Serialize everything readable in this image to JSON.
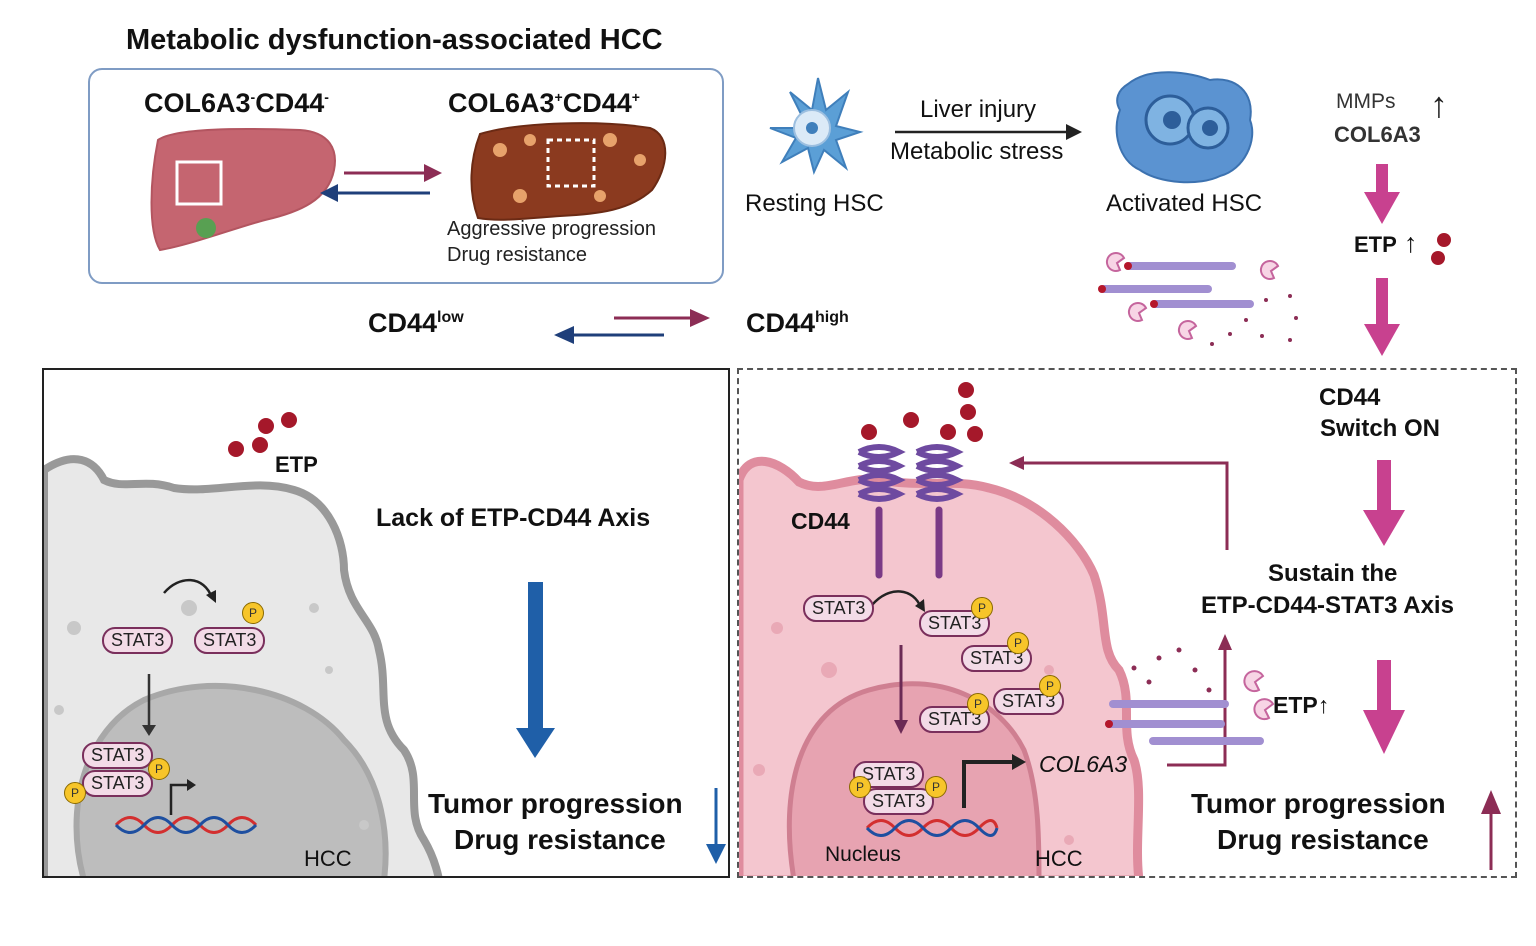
{
  "title": "Metabolic dysfunction-associated HCC",
  "top_box": {
    "left_label_main": "COL6A3",
    "left_label_sup1": "-",
    "left_label_main2": "CD44",
    "left_label_sup2": "-",
    "right_label_main": "COL6A3",
    "right_label_sup1": "+",
    "right_label_main2": "CD44",
    "right_label_sup2": "+",
    "note_line1": "Aggressive progression",
    "note_line2": "Drug resistance"
  },
  "cd44_low": {
    "main": "CD44",
    "sup": "low"
  },
  "cd44_high": {
    "main": "CD44",
    "sup": "high"
  },
  "hsc": {
    "resting": "Resting HSC",
    "activated": "Activated HSC",
    "arrow_label1": "Liver injury",
    "arrow_label2": "Metabolic stress"
  },
  "right_column": {
    "mmps": "MMPs",
    "col6a3": "COL6A3",
    "up_arrow": "↑",
    "etp": "ETP",
    "switch_line1": "CD44",
    "switch_line2": "Switch ON",
    "sustain_line1": "Sustain the",
    "sustain_line2": "ETP-CD44-STAT3 Axis",
    "tumor_line1": "Tumor progression",
    "tumor_line2": "Drug resistance"
  },
  "left_panel": {
    "etp": "ETP",
    "lack": "Lack of ETP-CD44 Axis",
    "stat": "STAT3",
    "p": "P",
    "hcc": "HCC",
    "tumor_line1": "Tumor progression",
    "tumor_line2": "Drug resistance"
  },
  "right_panel": {
    "cd44": "CD44",
    "stat": "STAT3",
    "p": "P",
    "col6a3": "COL6A3",
    "nucleus": "Nucleus",
    "hcc": "HCC",
    "etp": "ETP"
  },
  "colors": {
    "maroon": "#8c2d55",
    "magenta": "#c8418f",
    "blue": "#1f5fa8",
    "navy": "#1f3f7a",
    "etp_dot": "#a5182a"
  }
}
